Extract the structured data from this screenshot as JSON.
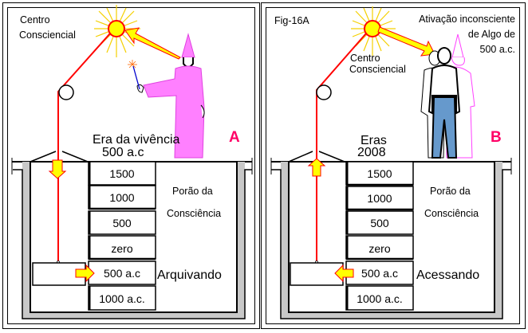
{
  "figure_label": "Fig-16A",
  "colors": {
    "rope": "#ff0000",
    "sun_fill": "#ffff00",
    "sun_rays": "#f5d000",
    "arrow_fill": "#ffff00",
    "wizard_fill": "#ff80ff",
    "wizard_outline": "#e040e0",
    "panel_letter": "#ff0066",
    "wall_fill": "#c8c8c8",
    "jeans": "#6699cc"
  },
  "panel_a": {
    "letter": "A",
    "center_label_line1": "Centro",
    "center_label_line2": "Consciencial",
    "era_line1": "Era da vivência",
    "era_line2": "500 a.c",
    "basement_line1": "Porão  da",
    "basement_line2": "Consciência",
    "action": "Arquivando",
    "arrow_direction": "right",
    "shelves": [
      "1500",
      "1000",
      "500",
      "zero",
      "500 a.c",
      "1000 a.c."
    ],
    "figure_icon": "wizard-icon"
  },
  "panel_b": {
    "letter": "B",
    "center_label_line1": "Centro",
    "center_label_line2": "Consciencial",
    "activation_line1": "Ativação inconsciente",
    "activation_line2": "de Algo de",
    "activation_line3": "500 a.c.",
    "era_line1": "Eras",
    "era_line2": "2008",
    "basement_line1": "Porão  da",
    "basement_line2": "Consciência",
    "action": "Acessando",
    "arrow_direction": "left",
    "shelves": [
      "1500",
      "1000",
      "500",
      "zero",
      "500 a.c",
      "1000 a.c."
    ],
    "figure_icon": "people-group-icon"
  }
}
